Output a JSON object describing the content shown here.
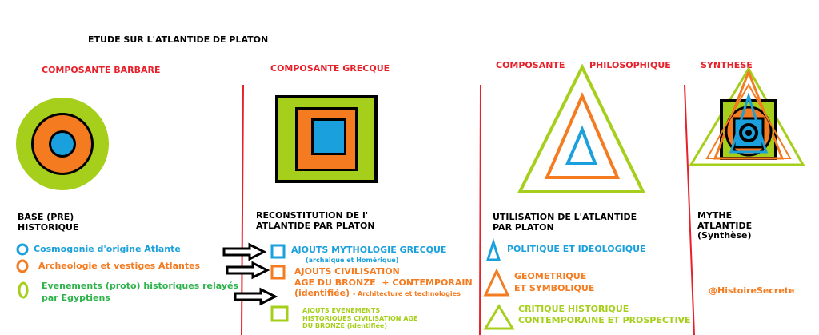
{
  "title": "ETUDE SUR L'ATLANTIDE DE PLATON",
  "colors": {
    "red": "#e8202a",
    "lime": "#a6cf1c",
    "orange": "#f47b20",
    "blue": "#1aa0dc",
    "black": "#000000",
    "green": "#2db34a"
  },
  "columns": {
    "barbare": {
      "heading": "COMPOSANTE BARBARE",
      "caption_line1": "BASE (PRE)",
      "caption_line2": "HISTORIQUE",
      "legend": [
        {
          "icon": "blue-circle-icon",
          "text": "Cosmogonie d'origine Atlante"
        },
        {
          "icon": "orange-circle-icon",
          "text": "Archeologie et vestiges Atlantes"
        },
        {
          "icon": "lime-oval-icon",
          "text_line1": "Evenements (proto) historiques relayés",
          "text_line2": "par Egyptiens"
        }
      ]
    },
    "grecque": {
      "heading": "COMPOSANTE GRECQUE",
      "caption_line1": "RECONSTITUTION DE l'",
      "caption_line2": "ATLANTIDE PAR PLATON",
      "legend": [
        {
          "icon": "blue-square-icon",
          "text": "AJOUTS MYTHOLOGIE GRECQUE",
          "sub": "(archaique et Homérique)"
        },
        {
          "icon": "orange-square-icon",
          "line1": "AJOUTS CIVILISATION",
          "line2": "AGE DU BRONZE",
          "plus": "+ CONTEMPORAIN",
          "line3": "(identifiée)",
          "small": "- Architecture et technologies"
        },
        {
          "icon": "lime-square-icon",
          "line1": "AJOUTS EVENEMENTS",
          "line2": "HISTORIQUES CIVILISATION AGE",
          "line3": "DU BRONZE (identifiée)"
        }
      ]
    },
    "philosophique": {
      "heading_a": "COMPOSANTE",
      "heading_b": "PHILOSOPHIQUE",
      "caption_line1": "UTILISATION DE L'ATLANTIDE",
      "caption_line2": "PAR PLATON",
      "legend": [
        {
          "icon": "blue-triangle-icon",
          "text": "POLITIQUE ET IDEOLOGIQUE"
        },
        {
          "icon": "orange-triangle-icon",
          "line1": "GEOMETRIQUE",
          "line2": "ET SYMBOLIQUE"
        },
        {
          "icon": "lime-triangle-icon",
          "line1": "CRITIQUE HISTORIQUE",
          "line2": "CONTEMPORAINE  ET PROSPECTIVE"
        }
      ]
    },
    "synthese": {
      "heading": "SYNTHESE",
      "caption_line1": "MYTHE",
      "caption_line2": "ATLANTIDE",
      "caption_line3": "(Synthèse)",
      "watermark": "@HistoireSecrete"
    }
  }
}
